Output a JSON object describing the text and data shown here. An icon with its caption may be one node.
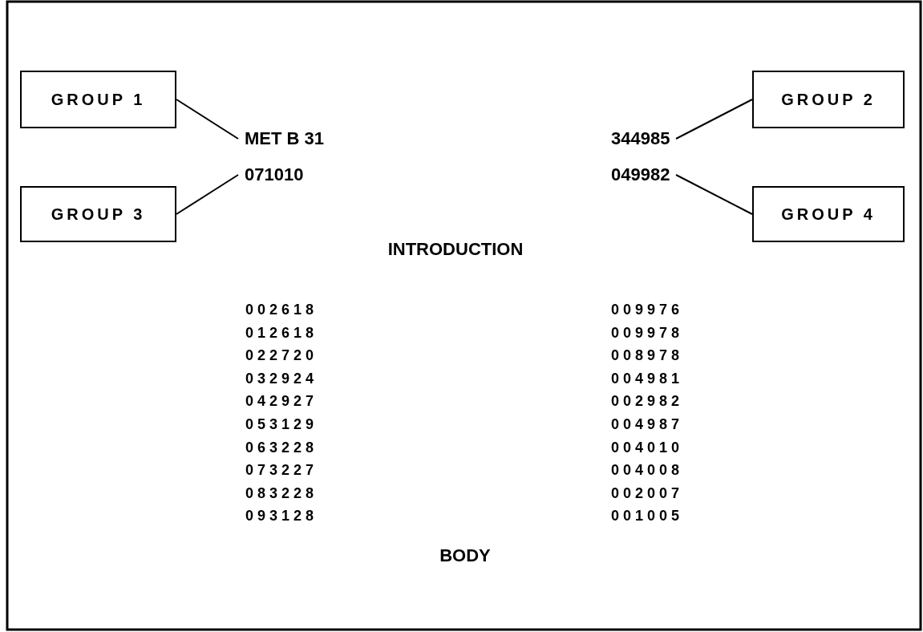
{
  "diagram": {
    "nodes": [
      {
        "text": [
          "GROUP 1"
        ]
      },
      {
        "text": [
          "GROUP 2"
        ]
      },
      {
        "text": [
          "MET B 31"
        ]
      },
      {
        "text": [
          "344985"
        ]
      },
      {
        "text": [
          "071010"
        ]
      },
      {
        "text": [
          "049982"
        ]
      },
      {
        "text": [
          "GROUP 3"
        ]
      },
      {
        "text": [
          "GROUP 4"
        ]
      }
    ],
    "edges": [
      {
        "from": 0,
        "to": 2,
        "arrow": "none"
      },
      {
        "from": 1,
        "to": 3,
        "arrow": "none"
      },
      {
        "from": 6,
        "to": 4,
        "arrow": "none"
      },
      {
        "from": 7,
        "to": 5,
        "arrow": "none"
      }
    ],
    "labels": [
      "INTRODUCTION",
      "002618",
      "009976",
      "012618",
      "009978",
      "022720",
      "008978",
      "032924",
      "004981",
      "042927",
      "002982",
      "053129",
      "004987",
      "063228",
      "004010",
      "073227",
      "004008",
      "083228",
      "002007",
      "093128",
      "001005",
      "BODY"
    ]
  }
}
